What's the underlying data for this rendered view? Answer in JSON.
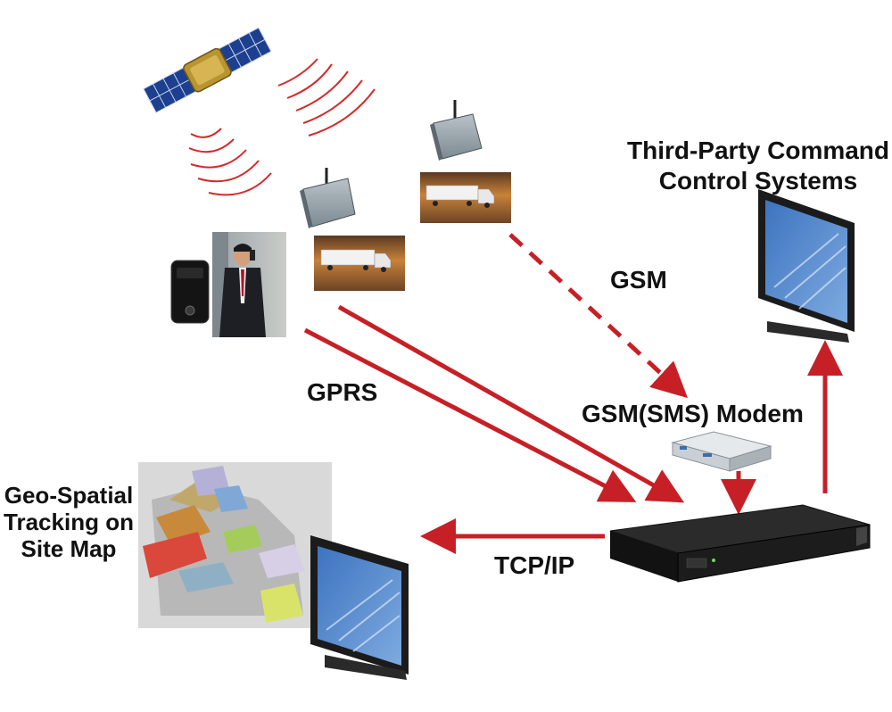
{
  "colors": {
    "arrow": "#c62026",
    "signal": "#d42a2a",
    "text": "#111111",
    "screen": "#5b8fcf",
    "server": "#1a1a1a"
  },
  "labels": {
    "third_party_line1": "Third-Party Command",
    "third_party_line2": "Control Systems",
    "gsm": "GSM",
    "gprs": "GPRS",
    "gsm_modem": "GSM(SMS) Modem",
    "tcp_ip": "TCP/IP",
    "geo_line1": "Geo-Spatial",
    "geo_line2": "Tracking on",
    "geo_line3": "Site Map"
  },
  "icons": {
    "satellite": "satellite-icon",
    "gps_tracker": "gps-tracker-icon",
    "person_phone": "person-with-phone-photo",
    "truck": "truck-photo",
    "wireless_modem": "wireless-modem-icon",
    "sms_modem": "sms-modem-icon",
    "server": "rack-server-icon",
    "monitor": "monitor-icon",
    "site_map": "site-map-image"
  }
}
